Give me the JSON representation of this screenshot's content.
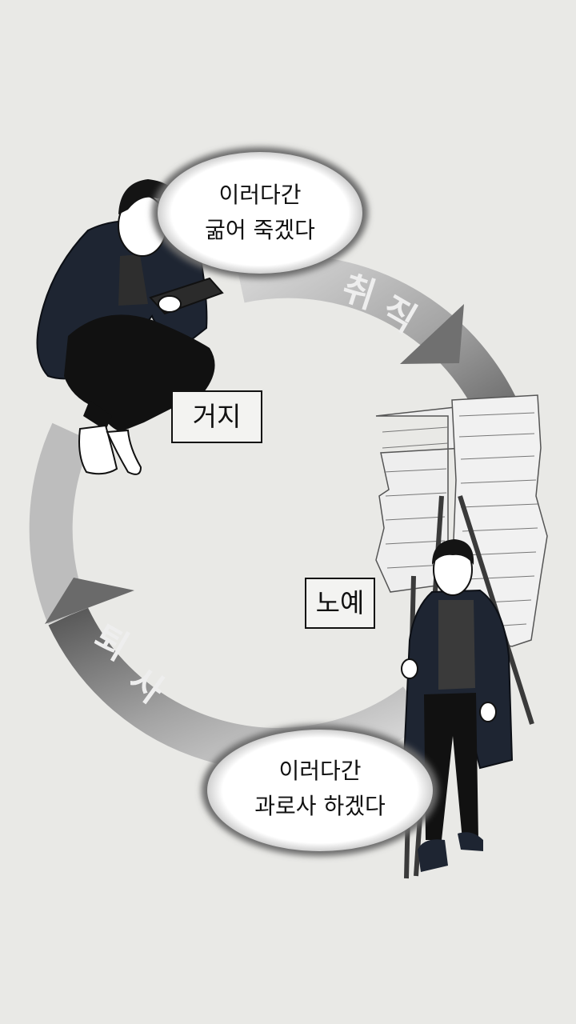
{
  "diagram": {
    "top_bubble": {
      "line1": "이러다간",
      "line2": "굶어 죽겠다"
    },
    "bottom_bubble": {
      "line1": "이러다간",
      "line2": "과로사 하겠다"
    },
    "label_beggar": "거지",
    "label_slave": "노예",
    "arrow_top": {
      "char1": "취",
      "char2": "직"
    },
    "arrow_bottom": {
      "char1": "퇴",
      "char2": "사"
    }
  },
  "colors": {
    "background": "#e9e9e6",
    "ring_gradient_dark": "#6e6e6e",
    "ring_gradient_light": "#dcdcdc",
    "coat": "#1e2532",
    "pants": "#111111"
  }
}
